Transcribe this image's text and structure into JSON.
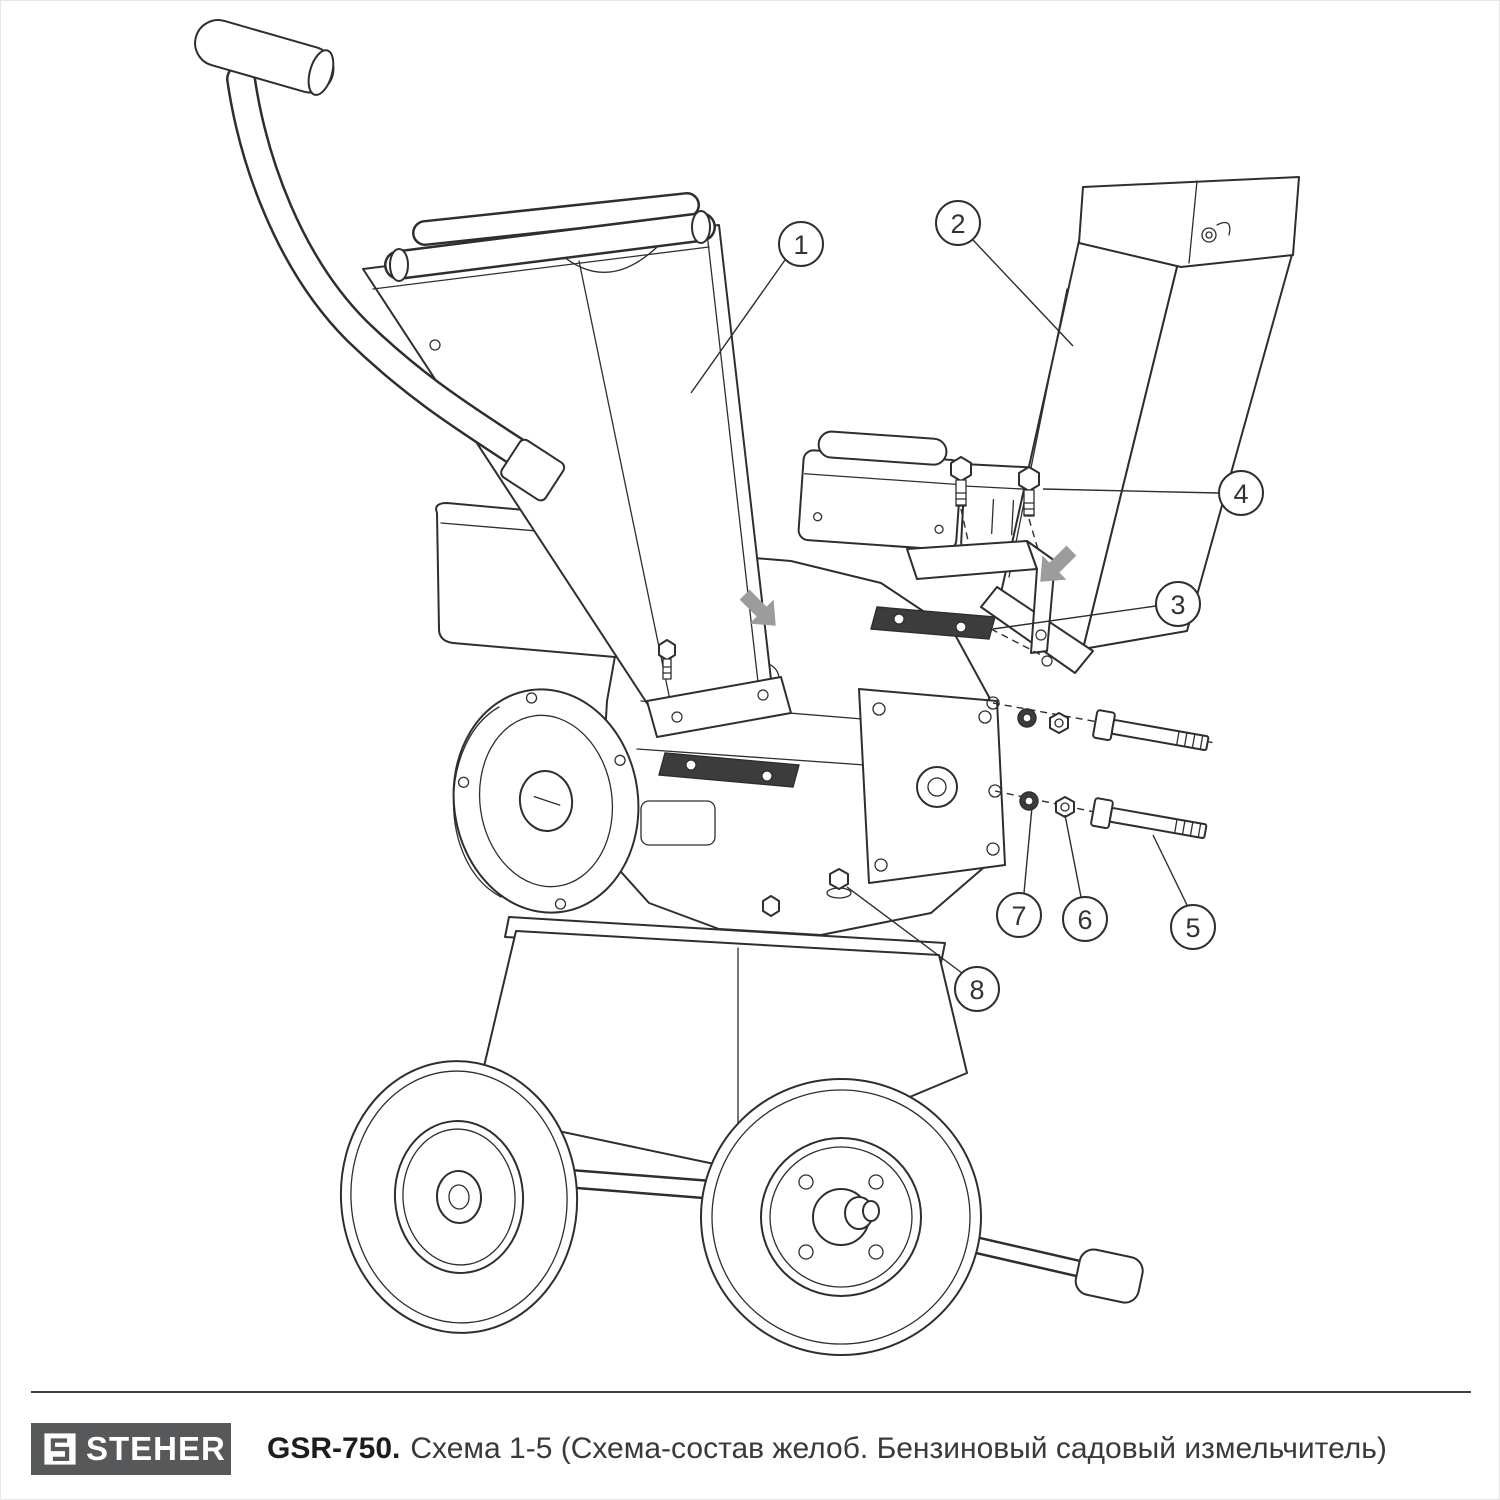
{
  "diagram": {
    "callouts": [
      {
        "label": "1"
      },
      {
        "label": "2"
      },
      {
        "label": "3"
      },
      {
        "label": "4"
      },
      {
        "label": "5"
      },
      {
        "label": "6"
      },
      {
        "label": "7"
      },
      {
        "label": "8"
      }
    ]
  },
  "footer": {
    "logo_text": "STEHER",
    "model": "GSR-750.",
    "caption": "Схема 1-5 (Схема-состав желоб. Бензиновый садовый измельчитель)"
  },
  "colors": {
    "line": "#2e2e2e",
    "plate": "#3c3c3c",
    "arrow": "#9c9c9c",
    "logo_bg": "#57585a",
    "text": "#3a3a3a"
  }
}
